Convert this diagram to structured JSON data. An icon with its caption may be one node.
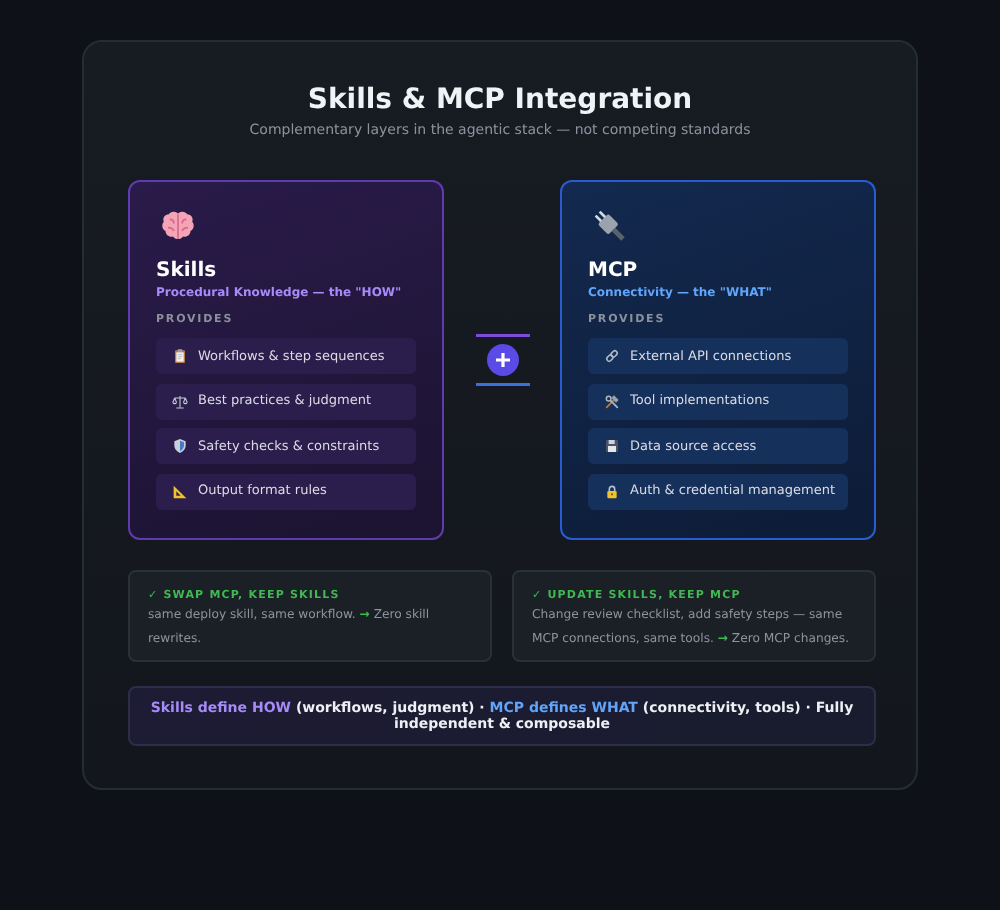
{
  "diagram": {
    "title": "Skills & MCP Integration",
    "nodes": [
      {
        "text": [
          "Skills",
          "Procedural Knowledge — the \"HOW\"",
          "PROVIDES"
        ]
      },
      {
        "text": [
          "Workflows & step sequences"
        ],
        "in": 0
      },
      {
        "text": [
          "Best practices & judgment"
        ],
        "in": 0
      },
      {
        "text": [
          "Safety checks & constraints"
        ],
        "in": 0
      },
      {
        "text": [
          "Output format rules"
        ],
        "in": 0
      },
      {
        "text": [
          "MCP",
          "Connectivity — the \"WHAT\"",
          "PROVIDES"
        ]
      },
      {
        "text": [
          "External API connections"
        ],
        "in": 5
      },
      {
        "text": [
          "Tool implementations"
        ],
        "in": 5
      },
      {
        "text": [
          "Data source access"
        ],
        "in": 5
      },
      {
        "text": [
          "Auth & credential management"
        ],
        "in": 5
      },
      {
        "text": [
          "✓ SWAP MCP, KEEP SKILLS",
          "same deploy skill, same workflow. **→** Zero skill rewrites."
        ]
      },
      {
        "text": [
          "✓ UPDATE SKILLS, KEEP MCP",
          "Change review checklist, add safety steps — same MCP connections, same tools. **→** Zero MCP changes."
        ]
      },
      {
        "text": [
          "**Skills define HOW** (workflows, judgment) · **MCP defines WHAT** (connectivity, tools) · Fully independent & composable"
        ]
      }
    ],
    "labels": [
      "Complementary layers in the agentic stack — not competing standards"
    ]
  }
}
